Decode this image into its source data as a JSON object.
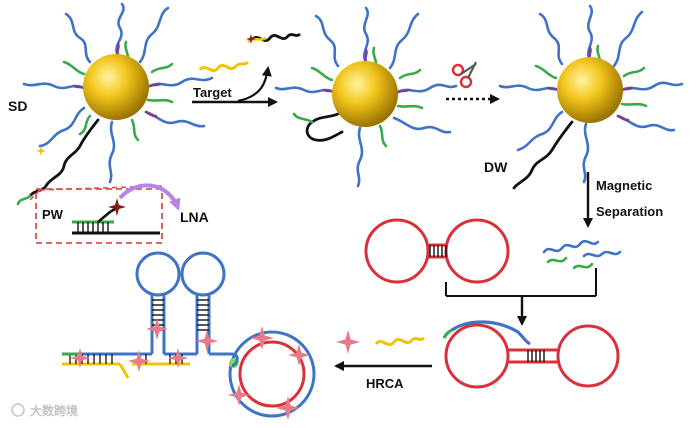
{
  "labels": {
    "sd": "SD",
    "target": "Target",
    "pw": "PW",
    "lna": "LNA",
    "dw": "DW",
    "magnetic_line1": "Magnetic",
    "magnetic_line2": "Separation",
    "hrca": "HRCA"
  },
  "watermark": {
    "text": "大数跨境"
  },
  "colors": {
    "gold": "#e8b800",
    "gold_dark": "#a57800",
    "blue_strand": "#3f74c4",
    "green_strand": "#3aa94a",
    "purple_strand": "#7a3f95",
    "black_strand": "#111111",
    "yellow_strand": "#f2c300",
    "red_ring": "#d9303a",
    "blue_ring": "#3f74c4",
    "pink_star": "#e77b88",
    "dashed_box": "#d9534f",
    "lna_arc": "#b784e6"
  }
}
